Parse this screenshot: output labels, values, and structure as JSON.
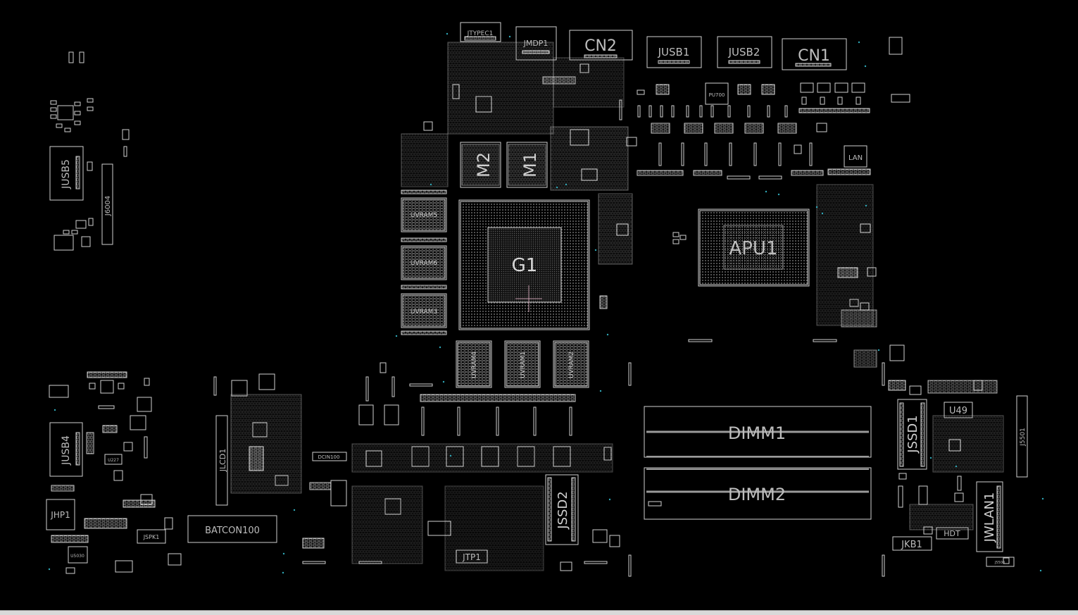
{
  "viewer": {
    "background": "#000000",
    "outline_color": "#d0d0d0",
    "via_color": "#2fa8b8",
    "marker_color": "#c8a0b0"
  },
  "labels": {
    "jtypec1": "JTYPEC1",
    "jmdp1": "JMDP1",
    "cn2": "CN2",
    "jusb1": "JUSB1",
    "jusb2": "JUSB2",
    "cn1": "CN1",
    "jusb5": "JUSB5",
    "j6004": "J6004",
    "m2": "M2",
    "m1": "M1",
    "lan": "LAN",
    "uvram5": "UVRAM5",
    "uvram6": "UVRAM6",
    "uvram3": "UVRAM3",
    "g1": "G1",
    "apu1": "APU1",
    "uvram4": "UVRAM4",
    "uvram1": "UVRAM1",
    "uvram2": "UVRAM2",
    "pu700": "PU700",
    "usb4": "JUSB4",
    "jhp1": "JHP1",
    "jspk1": "JSPK1",
    "jlcd1": "JLCD1",
    "batcon100": "BATCON100",
    "dcin100": "DCIN100",
    "jssd2": "JSSD2",
    "jtp1": "JTP1",
    "dimm1": "DIMM1",
    "dimm2": "DIMM2",
    "jssd1": "JSSD1",
    "u49": "U49",
    "j5501": "J5501",
    "jwlan1": "JWLAN1",
    "jkb1": "JKB1",
    "hdt": "HDT",
    "u227": "U227",
    "u5030": "U5030",
    "j5500": "J5500"
  }
}
